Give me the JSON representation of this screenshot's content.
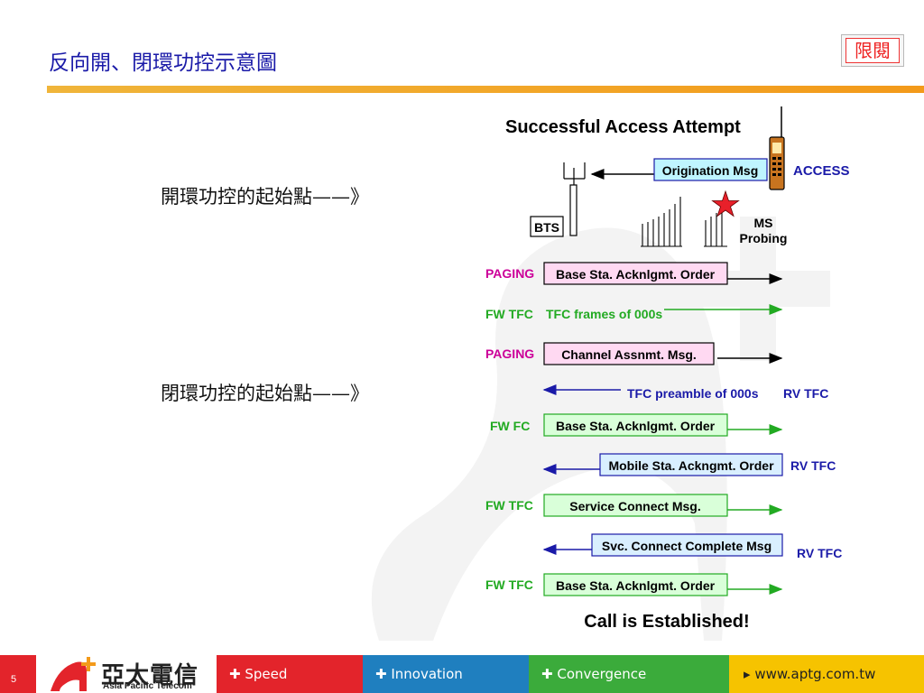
{
  "title": "反向開、閉環功控示意圖",
  "badge": "限閱",
  "side_labels": {
    "open_loop": "開環功控的起始點——》",
    "closed_loop": "閉環功控的起始點——》"
  },
  "diagram": {
    "heading": "Successful Access Attempt",
    "bts_label": "BTS",
    "ms_label_1": "MS",
    "ms_label_2": "Probing",
    "access_label": "ACCESS",
    "origination_msg": "Origination Msg",
    "footer_text": "Call is Established!",
    "rows": [
      {
        "channel": "PAGING",
        "message": "Base Sta. Acknlgmt. Order"
      },
      {
        "channel": "FW TFC",
        "message": "TFC frames of 000s"
      },
      {
        "channel": "PAGING",
        "message": "Channel Assnmt. Msg."
      },
      {
        "channel": "RV TFC",
        "message": "TFC preamble of 000s"
      },
      {
        "channel": "FW FC",
        "message": "Base Sta. Acknlgmt. Order"
      },
      {
        "channel": "RV TFC",
        "message": "Mobile Sta. Ackngmt. Order"
      },
      {
        "channel": "FW TFC",
        "message": "Service Connect Msg."
      },
      {
        "channel": "RV TFC",
        "message": "Svc. Connect Complete Msg"
      },
      {
        "channel": "FW TFC",
        "message": "Base Sta. Acknlgmt. Order"
      }
    ]
  },
  "colors": {
    "paging": "#cc0099",
    "forward": "#22aa22",
    "reverse": "#1a1aa8",
    "paging_box": "#ffd9f2",
    "forward_box": "#d9ffd9",
    "reverse_box": "#d9efff",
    "origination_box": "#bff5ff"
  },
  "footer": {
    "page_number": "5",
    "logo_cn": "亞太電信",
    "logo_en": "Asia Pacific Telecom",
    "speed": "Speed",
    "innovation": "Innovation",
    "convergence": "Convergence",
    "url": "www.aptg.com.tw"
  }
}
